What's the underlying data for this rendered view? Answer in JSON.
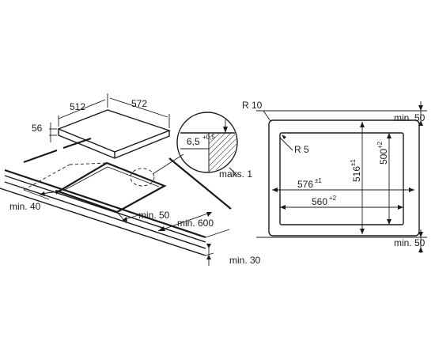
{
  "left_view": {
    "hob_depth": "512",
    "hob_width": "572",
    "hob_height": "56",
    "detail_value": "6,5",
    "detail_tolerance": "+0,5",
    "detail_max": "maks. 1",
    "front_clearance": "min. 40",
    "side_clearance": "min. 50",
    "worktop_depth": "min. 600",
    "wall_clearance": "min. 30"
  },
  "right_view": {
    "outer_radius": "R 10",
    "corner_radius": "R 5",
    "top_clearance": "min. 50",
    "bottom_clearance": "min. 50",
    "cutout_width_outer": "576",
    "cutout_width_outer_tol": "±1",
    "cutout_width_inner": "560",
    "cutout_width_inner_tol": "+2",
    "cutout_depth_outer": "516",
    "cutout_depth_outer_tol": "±1",
    "cutout_depth_inner": "500",
    "cutout_depth_inner_tol": "+2"
  },
  "colors": {
    "line": "#1a1a1a",
    "background": "#ffffff"
  }
}
